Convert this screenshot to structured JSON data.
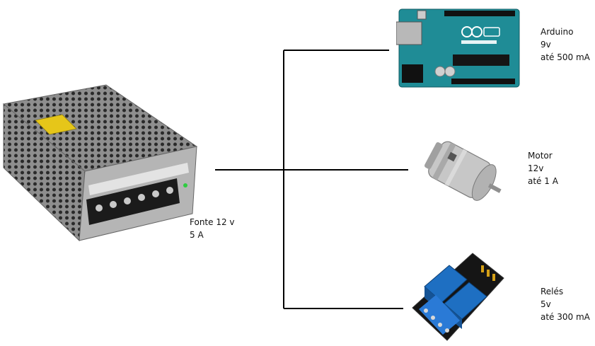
{
  "power_supply": {
    "lines": [
      "Fonte 12 v",
      "5 A"
    ],
    "icon": "power-supply-icon",
    "color": "#9a9a9a"
  },
  "arduino": {
    "lines": [
      "Arduino",
      "9v",
      "até 500 mA"
    ],
    "icon": "arduino-board-icon",
    "color": "#1f8c96"
  },
  "motor": {
    "lines": [
      "Motor",
      "12v",
      "até 1 A"
    ],
    "icon": "dc-motor-icon",
    "color": "#bfbfbf"
  },
  "relays": {
    "lines": [
      "Relés",
      "5v",
      "até 300 mA"
    ],
    "icon": "relay-module-icon",
    "color": "#1e6fc2"
  },
  "wire_color": "#000000"
}
